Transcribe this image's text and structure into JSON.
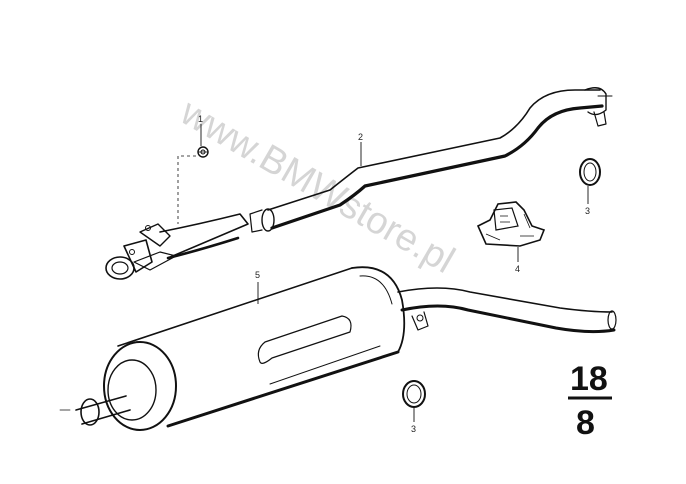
{
  "diagram": {
    "watermark": "www.BMWstore.pl",
    "group_number": {
      "top": "18",
      "bottom": "8"
    },
    "callouts": [
      {
        "id": "1",
        "label": "1"
      },
      {
        "id": "2",
        "label": "2"
      },
      {
        "id": "3a",
        "label": "3"
      },
      {
        "id": "4",
        "label": "4"
      },
      {
        "id": "5",
        "label": "5"
      },
      {
        "id": "3b",
        "label": "3"
      }
    ],
    "parts": [
      {
        "callout": "1",
        "icon": "nut-icon"
      },
      {
        "callout": "2",
        "icon": "front-exhaust-pipe-icon"
      },
      {
        "callout": "3",
        "icon": "sealing-ring-icon"
      },
      {
        "callout": "4",
        "icon": "rubber-mount-icon"
      },
      {
        "callout": "5",
        "icon": "muffler-icon"
      }
    ]
  }
}
